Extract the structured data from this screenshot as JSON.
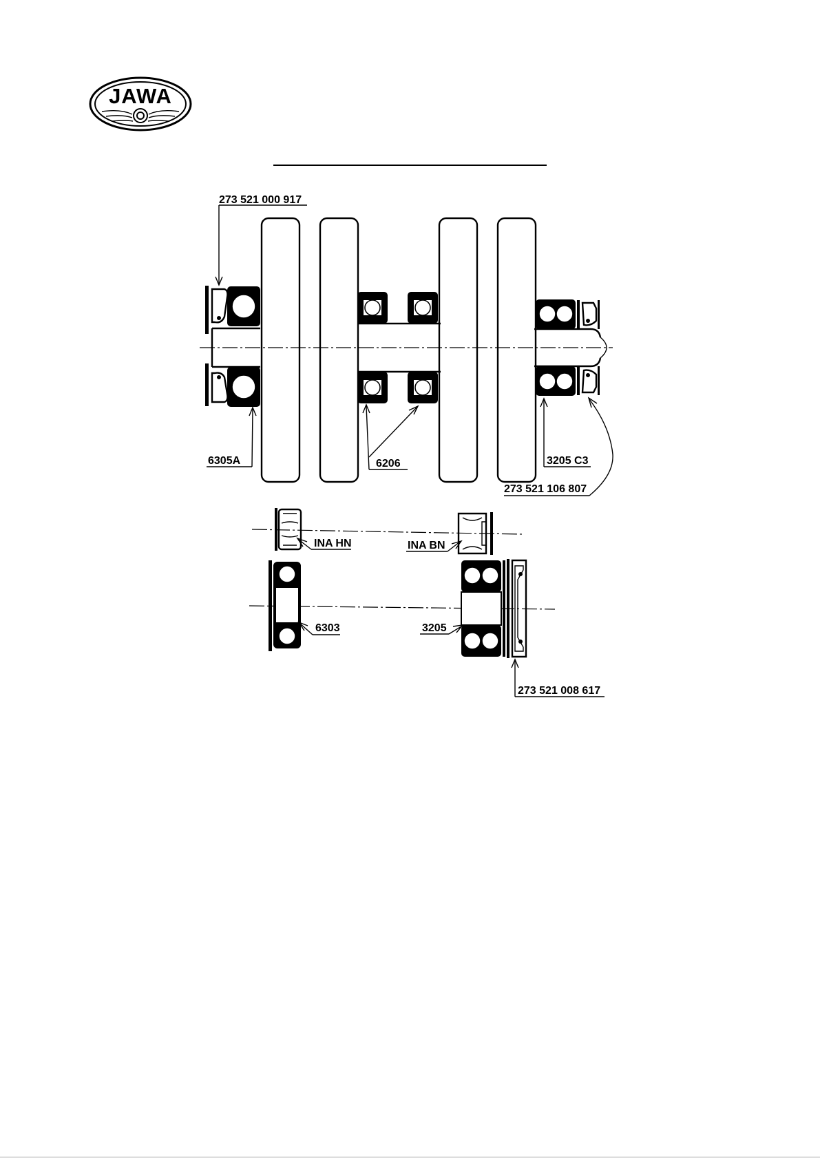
{
  "logo": {
    "text": "JAWA"
  },
  "labels": {
    "seal_top_left": "273 521 000 917",
    "bearing_left": "6305A",
    "bearing_middle": "6206",
    "bearing_right": "3205 C3",
    "seal_right": "273 521 106 807",
    "needle_hn": "INA HN",
    "needle_bn": "INA BN",
    "bearing_6303": "6303",
    "bearing_3205": "3205",
    "seal_bottom": "273 521 008 617"
  }
}
